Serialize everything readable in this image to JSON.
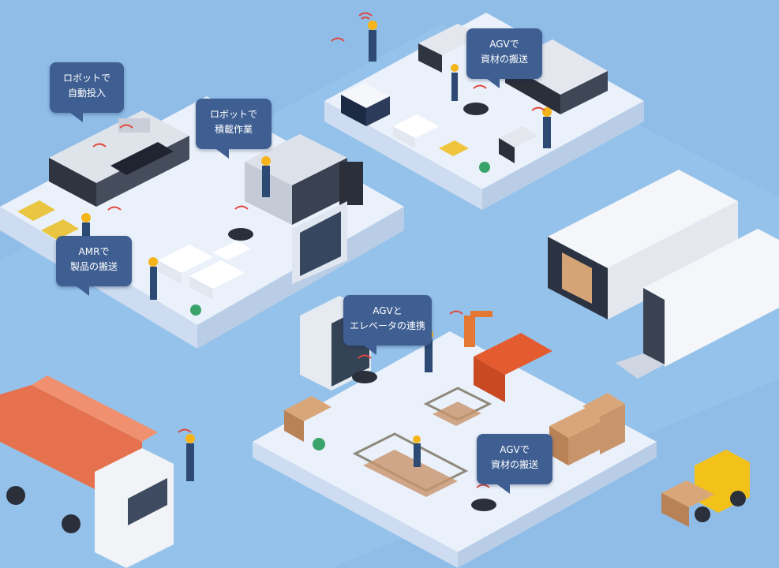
{
  "callouts": [
    {
      "id": "robot-auto-input",
      "lines": [
        "ロボットで",
        "自動投入"
      ]
    },
    {
      "id": "robot-stacking",
      "lines": [
        "ロボットで",
        "積載作業"
      ]
    },
    {
      "id": "agv-transport-top",
      "lines": [
        "AGVで",
        "資材の搬送"
      ]
    },
    {
      "id": "amr-products",
      "lines": [
        "AMRで",
        "製品の搬送"
      ]
    },
    {
      "id": "agv-elevator",
      "lines": [
        "AGVと",
        "エレベータの連携"
      ]
    },
    {
      "id": "agv-transport-bottom",
      "lines": [
        "AGVで",
        "資材の搬送"
      ]
    }
  ],
  "colors": {
    "background": "#8fbde8",
    "platform": "#eaf1fb",
    "platform_edge": "#cddcf0",
    "callout": "#3f5f92",
    "truck_orange": "#e5714e",
    "forklift_yellow": "#f2c21b",
    "box_brown": "#c8946a",
    "worker_helmet": "#f4b41a",
    "worker_suit": "#2c4a73",
    "wifi_signal": "#e0473c"
  }
}
